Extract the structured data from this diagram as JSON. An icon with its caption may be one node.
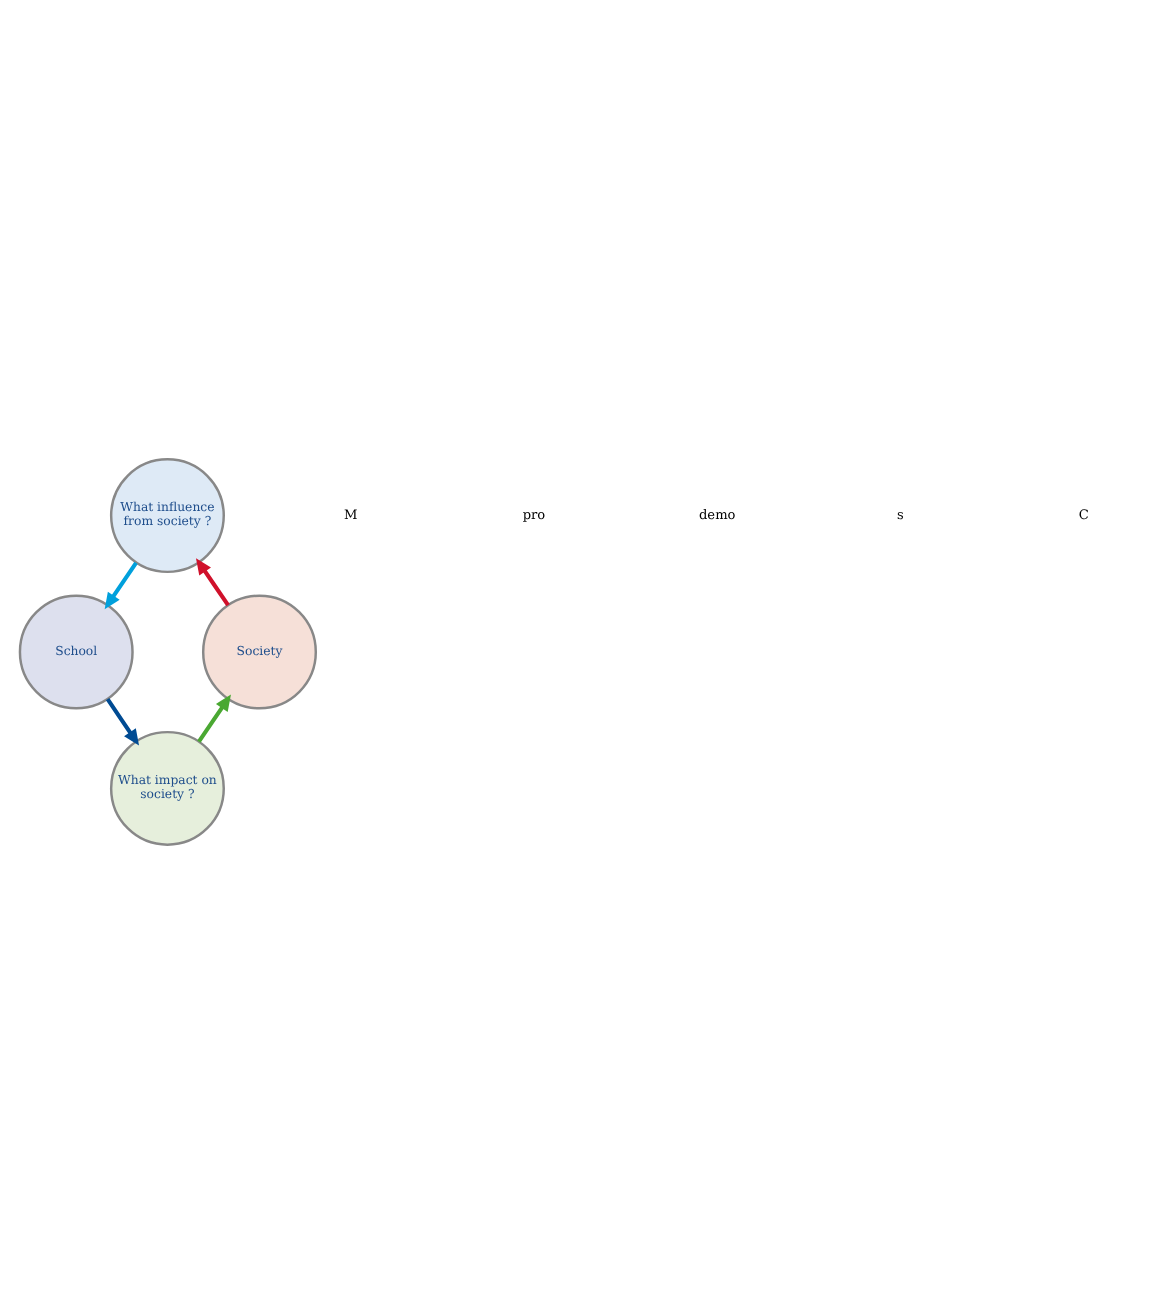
{
  "diagram": {
    "nodes": [
      {
        "text": [
          "What influence from society ?"
        ]
      },
      {
        "text": [
          "Society"
        ]
      },
      {
        "text": [
          "School"
        ]
      },
      {
        "text": [
          "What impact on society ?"
        ]
      }
    ],
    "edges": [
      {
        "from": 1,
        "to": 0,
        "arrow": "to",
        "color": "#d0112b"
      },
      {
        "from": 0,
        "to": 2,
        "arrow": "to",
        "color": "#00a0dc"
      },
      {
        "from": 2,
        "to": 3,
        "arrow": "to",
        "color": "#004b93"
      },
      {
        "from": 3,
        "to": 1,
        "arrow": "to",
        "color": "#4aa832"
      }
    ],
    "labels": [
      "M",
      "pro",
      "demo",
      "s",
      "C"
    ]
  }
}
